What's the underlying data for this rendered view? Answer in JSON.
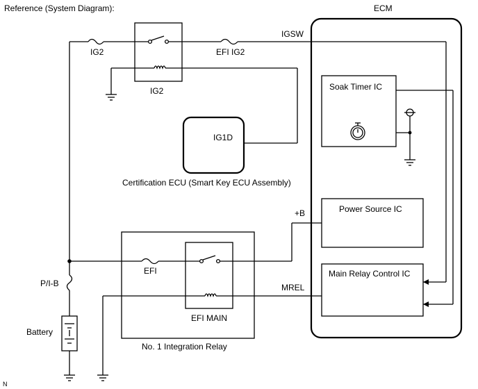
{
  "title": "Reference (System Diagram):",
  "corner_mark": "N",
  "ecm": {
    "label": "ECM",
    "soak_timer": "Soak Timer IC",
    "power_source": "Power Source IC",
    "main_relay_control": "Main Relay Control IC"
  },
  "relays": {
    "ig2": "IG2",
    "efi_main": "EFI MAIN",
    "integration": "No. 1 Integration Relay"
  },
  "fuses": {
    "ig2": "IG2",
    "efi_ig2": "EFI IG2",
    "efi": "EFI",
    "pib": "P/I-B"
  },
  "signals": {
    "igsw": "IGSW",
    "plus_b": "+B",
    "mrel": "MREL",
    "ig1d": "IG1D"
  },
  "cert_ecu": "Certification ECU (Smart Key ECU Assembly)",
  "battery": "Battery"
}
